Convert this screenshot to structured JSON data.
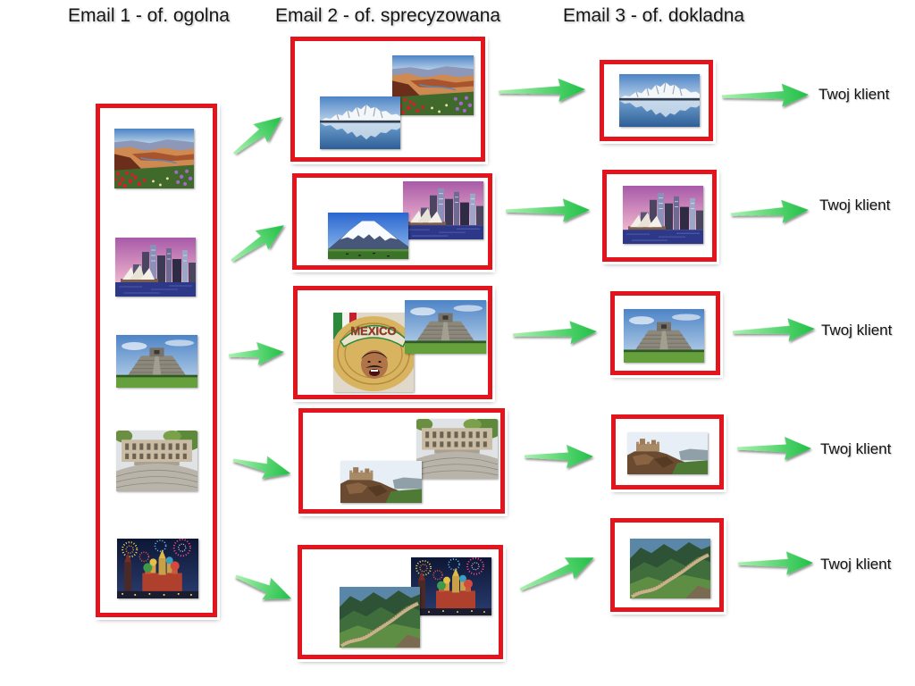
{
  "headers": {
    "email1": "Email 1 - of. ogolna",
    "email2": "Email 2 - of. sprecyzowana",
    "email3": "Email 3 - of. dokladna"
  },
  "outcomes": [
    {
      "label": "Twoj klient"
    },
    {
      "label": "Twoj klient"
    },
    {
      "label": "Twoj klient"
    },
    {
      "label": "Twoj klient"
    },
    {
      "label": "Twoj klient"
    }
  ],
  "photo_text": {
    "sombrero": "MEXICO"
  },
  "colors": {
    "frame": "#e3141b",
    "arrow": "#1fbf46",
    "background": "#ffffff"
  }
}
